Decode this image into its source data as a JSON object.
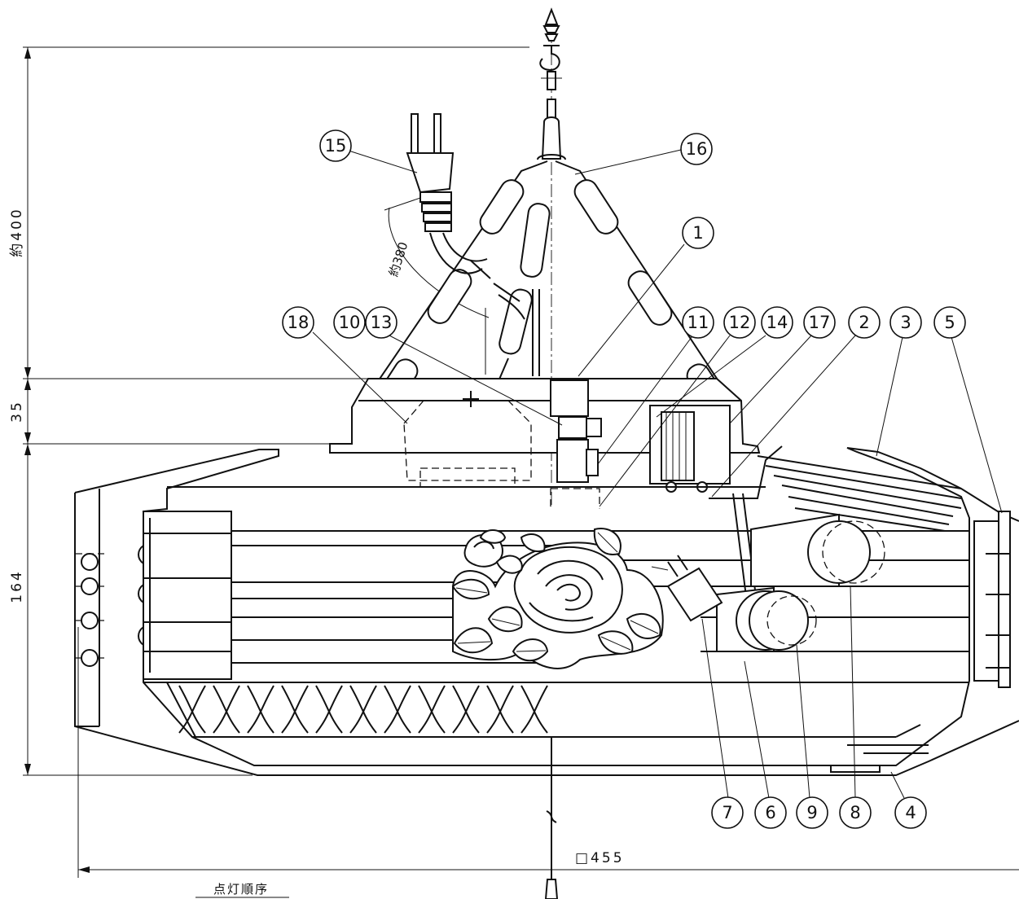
{
  "dimensions": {
    "overall_height": "約400",
    "canopy_height": "35",
    "body_height": "164",
    "cord_length": "約380",
    "body_width": "□455"
  },
  "footer_note": "点灯順序",
  "callouts": [
    {
      "id": "c1",
      "label": "1"
    },
    {
      "id": "c2",
      "label": "2"
    },
    {
      "id": "c3",
      "label": "3"
    },
    {
      "id": "c4",
      "label": "4"
    },
    {
      "id": "c5",
      "label": "5"
    },
    {
      "id": "c6",
      "label": "6"
    },
    {
      "id": "c7",
      "label": "7"
    },
    {
      "id": "c8",
      "label": "8"
    },
    {
      "id": "c9",
      "label": "9"
    },
    {
      "id": "c10",
      "label": "10"
    },
    {
      "id": "c11",
      "label": "11"
    },
    {
      "id": "c12",
      "label": "12"
    },
    {
      "id": "c13",
      "label": "13"
    },
    {
      "id": "c14",
      "label": "14"
    },
    {
      "id": "c15",
      "label": "15"
    },
    {
      "id": "c16",
      "label": "16"
    },
    {
      "id": "c17",
      "label": "17"
    },
    {
      "id": "c18",
      "label": "18"
    }
  ]
}
